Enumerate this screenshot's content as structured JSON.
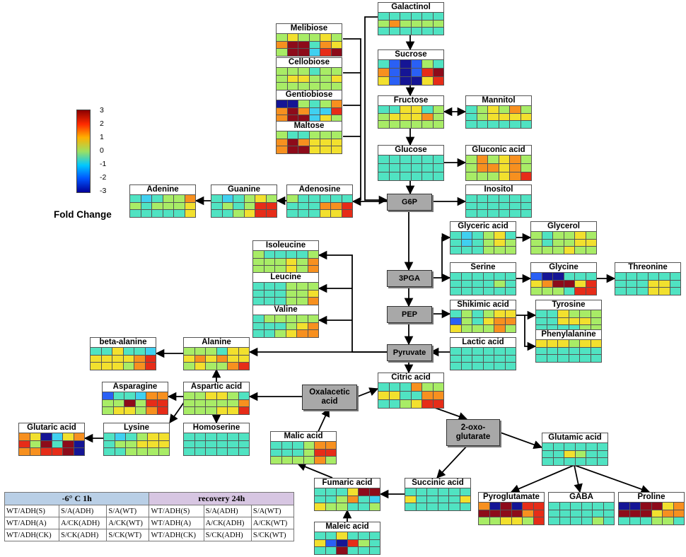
{
  "colors": {
    "b": "#2a60f5",
    "c": "#40d0f0",
    "t": "#50e3c2",
    "g": "#a8ec66",
    "y": "#f2e02e",
    "o": "#f7901f",
    "r": "#e62c18",
    "m": "#8d0b1a",
    "n": "#151595"
  },
  "colorbar": {
    "ticks": [
      "3",
      "2",
      "1",
      "0",
      "-1",
      "-2",
      "-3"
    ],
    "label": "Fold Change"
  },
  "hubs": {
    "g6p": "G6P",
    "pga3": "3PGA",
    "pep": "PEP",
    "pyruvate": "Pyruvate",
    "oxalacetic": "Oxalacetic acid",
    "oxoglutarate": "2-oxo-glutarate"
  },
  "nodes": [
    {
      "id": "galactinol",
      "label": "Galactinol",
      "rows": [
        "tttttt",
        "gogggg",
        "tttttt"
      ]
    },
    {
      "id": "melibiose",
      "label": "Melibiose",
      "rows": [
        "gyggyg",
        "omm toy",
        "gmmcrm"
      ]
    },
    {
      "id": "sucrose",
      "label": "Sucrose",
      "rows": [
        "tbnbgt",
        "obnbrm",
        "ybnnyr"
      ]
    },
    {
      "id": "cellobiose",
      "label": "Cellobiose",
      "rows": [
        "gggtgg",
        "gyyggy",
        "gggggg"
      ]
    },
    {
      "id": "gentiobiose",
      "label": "Gentiobiose",
      "rows": [
        "nngtgo",
        "omoccr",
        "ommcyg"
      ]
    },
    {
      "id": "fructose",
      "label": "Fructose",
      "rows": [
        "ttyytg",
        "gyyyog",
        "gggggg"
      ]
    },
    {
      "id": "mannitol",
      "label": "Mannitol",
      "rows": [
        "tgygog",
        "tgyyyy",
        "tttttt"
      ]
    },
    {
      "id": "maltose",
      "label": "Maltose",
      "rows": [
        "gttggg",
        "omoyyy",
        "ommyyy"
      ]
    },
    {
      "id": "glucose",
      "label": "Glucose",
      "rows": [
        "tttttt",
        "tttttt",
        "tttttt"
      ]
    },
    {
      "id": "gluconic",
      "label": "Gluconic acid",
      "rows": [
        "gogyog",
        "gooyog",
        "gggyor"
      ]
    },
    {
      "id": "adenine",
      "label": "Adenine",
      "rows": [
        "tctggo",
        "gtgggy",
        "ttttty"
      ]
    },
    {
      "id": "guanine",
      "label": "Guanine",
      "rows": [
        "tctgyg",
        "tgtgrr",
        "ttgyrr"
      ]
    },
    {
      "id": "adenosine",
      "label": "Adenosine",
      "rows": [
        "gttttt",
        "tttoor",
        "tttyyr"
      ]
    },
    {
      "id": "inositol",
      "label": "Inositol",
      "rows": [
        "tttttt",
        "tttttt",
        "tttttt"
      ]
    },
    {
      "id": "glyceric",
      "label": "Glyceric acid",
      "rows": [
        "tctgyt",
        "tctgyg",
        "tttggg"
      ]
    },
    {
      "id": "glycerol",
      "label": "Glycerol",
      "rows": [
        "gtggyg",
        "gtggyy",
        "gggygg"
      ]
    },
    {
      "id": "isoleucine",
      "label": "Isoleucine",
      "rows": [
        "gttttg",
        "gggygo",
        "gggygo"
      ]
    },
    {
      "id": "leucine",
      "label": "Leucine",
      "rows": [
        "tttggg",
        "tttggy",
        "tttggo"
      ]
    },
    {
      "id": "serine",
      "label": "Serine",
      "rows": [
        "tttttt",
        "ttttgt",
        "tttttt"
      ]
    },
    {
      "id": "glycine",
      "label": "Glycine",
      "rows": [
        "bnnttt",
        "yommyr",
        "gggtrr"
      ]
    },
    {
      "id": "threonine",
      "label": "Threonine",
      "rows": [
        "tttttt",
        "tttyyt",
        "tttyyt"
      ]
    },
    {
      "id": "valine",
      "label": "Valine",
      "rows": [
        "tggggg",
        "tttgyo",
        "ttgyoo"
      ]
    },
    {
      "id": "shikimic",
      "label": "Shikimic acid",
      "rows": [
        "tgtgyy",
        "bgtyoo",
        "ygggog"
      ]
    },
    {
      "id": "tyrosine",
      "label": "Tyrosine",
      "rows": [
        "ttyggg",
        "ttyyyg",
        "ttttgg"
      ]
    },
    {
      "id": "phenylalanine",
      "label": "Phenylalanine",
      "rows": [
        "yyygyy",
        "tttttt",
        "tttttt"
      ]
    },
    {
      "id": "beta_alanine",
      "label": "beta-alanine",
      "rows": [
        "ttyttc",
        "yyyyor",
        "yyygor"
      ]
    },
    {
      "id": "alanine",
      "label": "Alanine",
      "rows": [
        "gggtyy",
        "yoyoyy",
        "gyggor"
      ]
    },
    {
      "id": "lactic",
      "label": "Lactic acid",
      "rows": [
        "tttttt",
        "tttttt",
        "tttttt"
      ]
    },
    {
      "id": "asparagine",
      "label": "Asparagine",
      "rows": [
        "bttcoo",
        "ggmgrr",
        "gyygor"
      ]
    },
    {
      "id": "aspartic",
      "label": "Aspartic acid",
      "rows": [
        "ggyygt",
        "gggggo",
        "gggyyr"
      ]
    },
    {
      "id": "citric",
      "label": "Citric acid",
      "rows": [
        "tttogg",
        "yyttoo",
        "ttgyrr"
      ]
    },
    {
      "id": "glutaric",
      "label": "Glutaric acid",
      "rows": [
        "oyncyo",
        "rgmtmn",
        "oorrmn"
      ]
    },
    {
      "id": "lysine",
      "label": "Lysine",
      "rows": [
        "tctgyy",
        "tggyyy",
        "ttgggg"
      ]
    },
    {
      "id": "homoserine",
      "label": "Homoserine",
      "rows": [
        "tttttt",
        "tttttt",
        "tttttt"
      ]
    },
    {
      "id": "malic",
      "label": "Malic acid",
      "rows": [
        "tttgoo",
        "tttgrr",
        "ggggog"
      ]
    },
    {
      "id": "glutamic",
      "label": "Glutamic acid",
      "rows": [
        "tttttt",
        "ttygtt",
        "tttttt"
      ]
    },
    {
      "id": "fumaric",
      "label": "Fumaric acid",
      "rows": [
        "tttymm",
        "ttgotc",
        "yggttg"
      ]
    },
    {
      "id": "succinic",
      "label": "Succinic acid",
      "rows": [
        "tttttt",
        "ytttty",
        "tttttt"
      ]
    },
    {
      "id": "pyroglutamate",
      "label": "Pyroglutamate",
      "rows": [
        "onmnrr",
        "mmmmor",
        "ggyygr"
      ]
    },
    {
      "id": "gaba",
      "label": "GABA",
      "rows": [
        "tttttt",
        "tttttt",
        "ttttgt"
      ]
    },
    {
      "id": "proline",
      "label": "Proline",
      "rows": [
        "nnmmyo",
        "mmmyoo",
        "tttggt"
      ]
    },
    {
      "id": "maleic",
      "label": "Maleic acid",
      "rows": [
        "ttyttt",
        "ybnrgt",
        "ttmttt"
      ]
    }
  ],
  "legend": {
    "header_left": "-6° C 1h",
    "header_right": "recovery 24h",
    "rows": [
      [
        "WT/ADH(S)",
        "S/A(ADH)",
        "S/A(WT)",
        "WT/ADH(S)",
        "S/A(ADH)",
        "S/A(WT)"
      ],
      [
        "WT/ADH(A)",
        "A/CK(ADH)",
        "A/CK(WT)",
        "WT/ADH(A)",
        "A/CK(ADH)",
        "A/CK(WT)"
      ],
      [
        "WT/ADH(CK)",
        "S/CK(ADH)",
        "S/CK(WT)",
        "WT/ADH(CK)",
        "S/CK(ADH)",
        "S/CK(WT)"
      ]
    ]
  }
}
